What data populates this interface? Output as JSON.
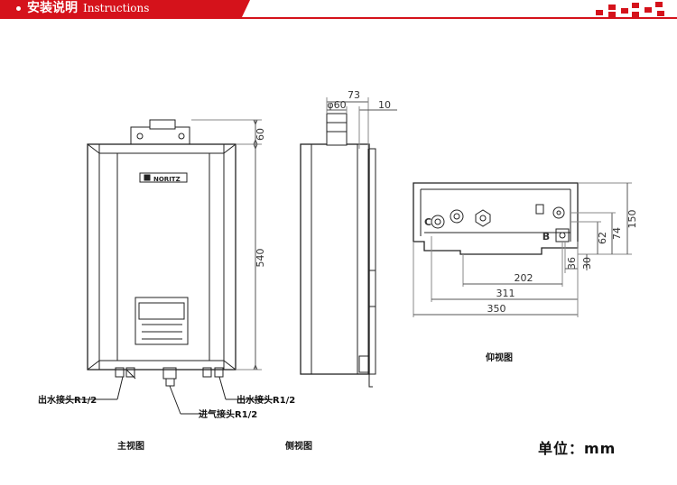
{
  "header": {
    "title_cn": "安装说明",
    "title_en": "Instructions"
  },
  "brand": "NORITZ",
  "views": {
    "front": "主视图",
    "side": "侧视图",
    "bottom": "仰视图"
  },
  "connections": {
    "water_out_left": "出水接头R1/2",
    "water_out_right": "出水接头R1/2",
    "gas_in": "进气接头R1/2"
  },
  "dimensions": {
    "front_height": "540",
    "front_top": "60",
    "side_depth": "73",
    "side_dia": "φ60",
    "side_offset": "10",
    "bottom_150": "150",
    "bottom_74": "74",
    "bottom_62": "62",
    "bottom_36": "36",
    "bottom_30": "30",
    "bottom_202": "202",
    "bottom_311": "311",
    "bottom_350": "350",
    "bottom_B": "B",
    "bottom_C": "C"
  },
  "unit": "单位：mm",
  "colors": {
    "accent": "#d5121b"
  }
}
